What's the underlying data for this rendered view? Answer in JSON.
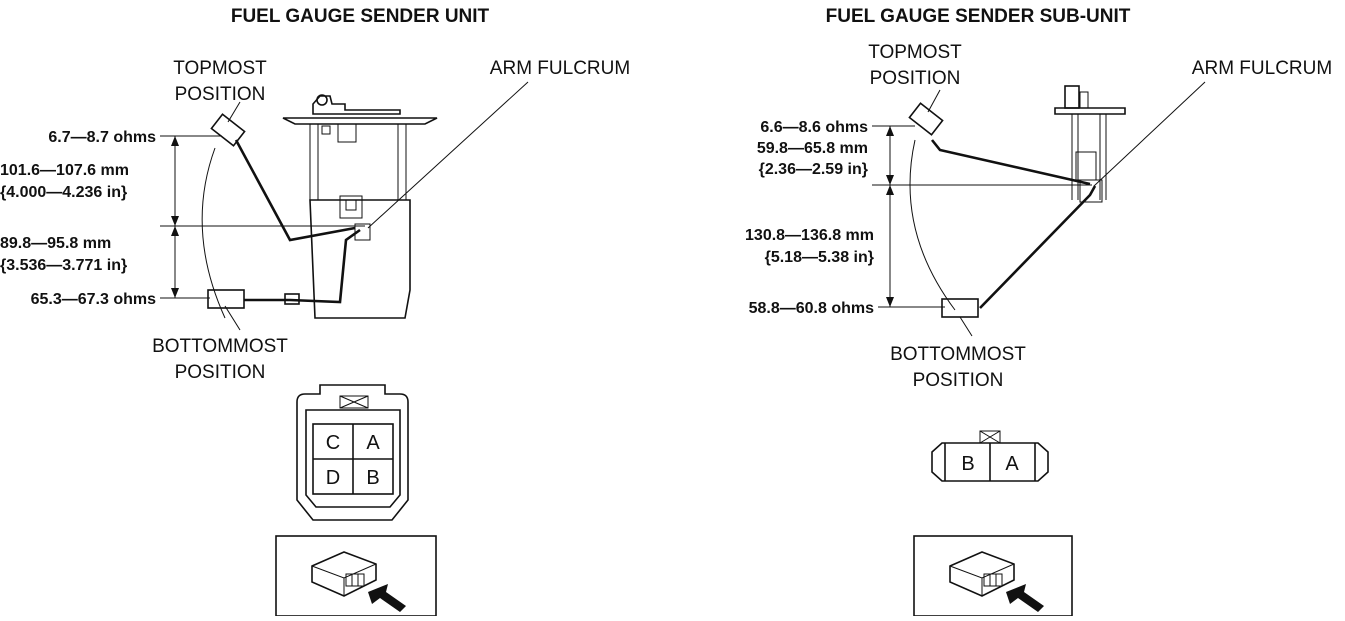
{
  "left": {
    "title": "FUEL GAUGE SENDER UNIT",
    "topmost": [
      "TOPMOST",
      "POSITION"
    ],
    "bottommost": [
      "BOTTOMMOST",
      "POSITION"
    ],
    "arm_fulcrum": "ARM FULCRUM",
    "top_resistance": "6.7—8.7 ohms",
    "upper_distance_mm": "101.6—107.6 mm",
    "upper_distance_in": "{4.000—4.236 in}",
    "lower_distance_mm": "89.8—95.8 mm",
    "lower_distance_in": "{3.536—3.771 in}",
    "bottom_resistance": "65.3—67.3 ohms",
    "connector_pins": [
      "C",
      "A",
      "D",
      "B"
    ]
  },
  "right": {
    "title": "FUEL GAUGE SENDER SUB-UNIT",
    "topmost": [
      "TOPMOST",
      "POSITION"
    ],
    "bottommost": [
      "BOTTOMMOST",
      "POSITION"
    ],
    "arm_fulcrum": "ARM FULCRUM",
    "top_resistance": "6.6—8.6 ohms",
    "upper_distance_mm": "59.8—65.8 mm",
    "upper_distance_in": "{2.36—2.59 in}",
    "lower_distance_mm": "130.8—136.8 mm",
    "lower_distance_in": "{5.18—5.38 in}",
    "bottom_resistance": "58.8—60.8 ohms",
    "connector_pins": [
      "B",
      "A"
    ]
  }
}
